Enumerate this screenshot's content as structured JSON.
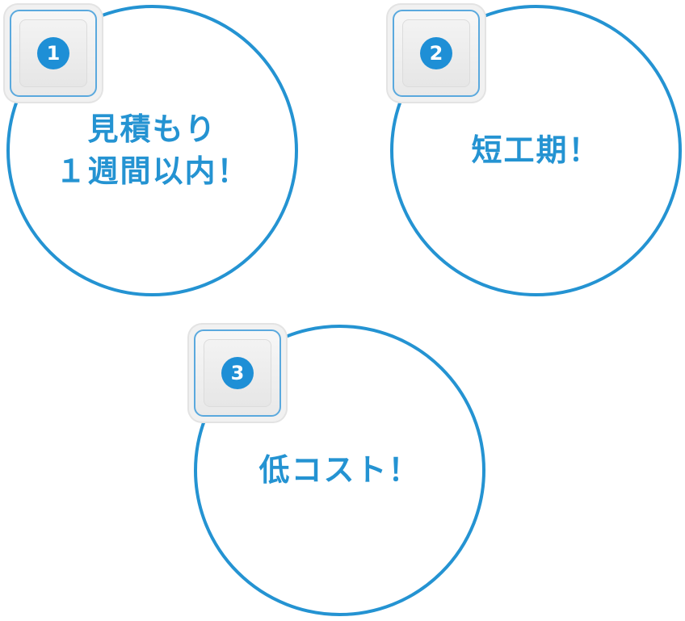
{
  "colors": {
    "accent": "#2493d2",
    "badge_blue": "#1e8fd6"
  },
  "features": [
    {
      "number": "1",
      "text": "見積もり\n１週間以内！"
    },
    {
      "number": "2",
      "text": "短工期！"
    },
    {
      "number": "3",
      "text": "低コスト！"
    }
  ]
}
